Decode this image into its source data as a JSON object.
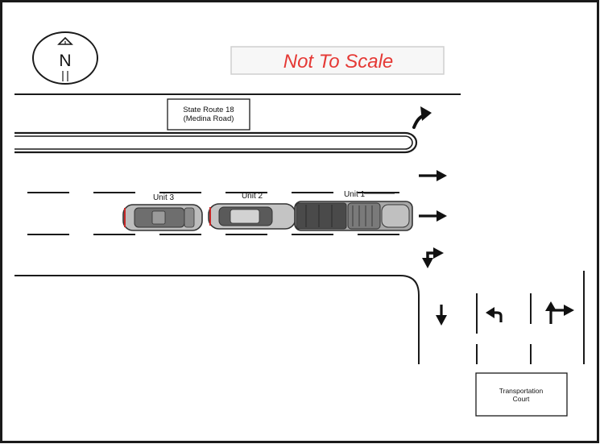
{
  "compass": {
    "letter": "N"
  },
  "scale_note": "Not To Scale",
  "road_sign": {
    "line1": "State Route 18",
    "line2": "(Medina Road)"
  },
  "vehicles": [
    {
      "label": "Unit 3"
    },
    {
      "label": "Unit 2"
    },
    {
      "label": "Unit 1"
    }
  ],
  "court_sign": {
    "line1": "Transportation",
    "line2": "Court"
  },
  "colors": {
    "line": "#1a1a1a",
    "note_red": "#e53935",
    "vehicle_body": "#b9b9b9",
    "vehicle_dark": "#4a4a4a"
  }
}
